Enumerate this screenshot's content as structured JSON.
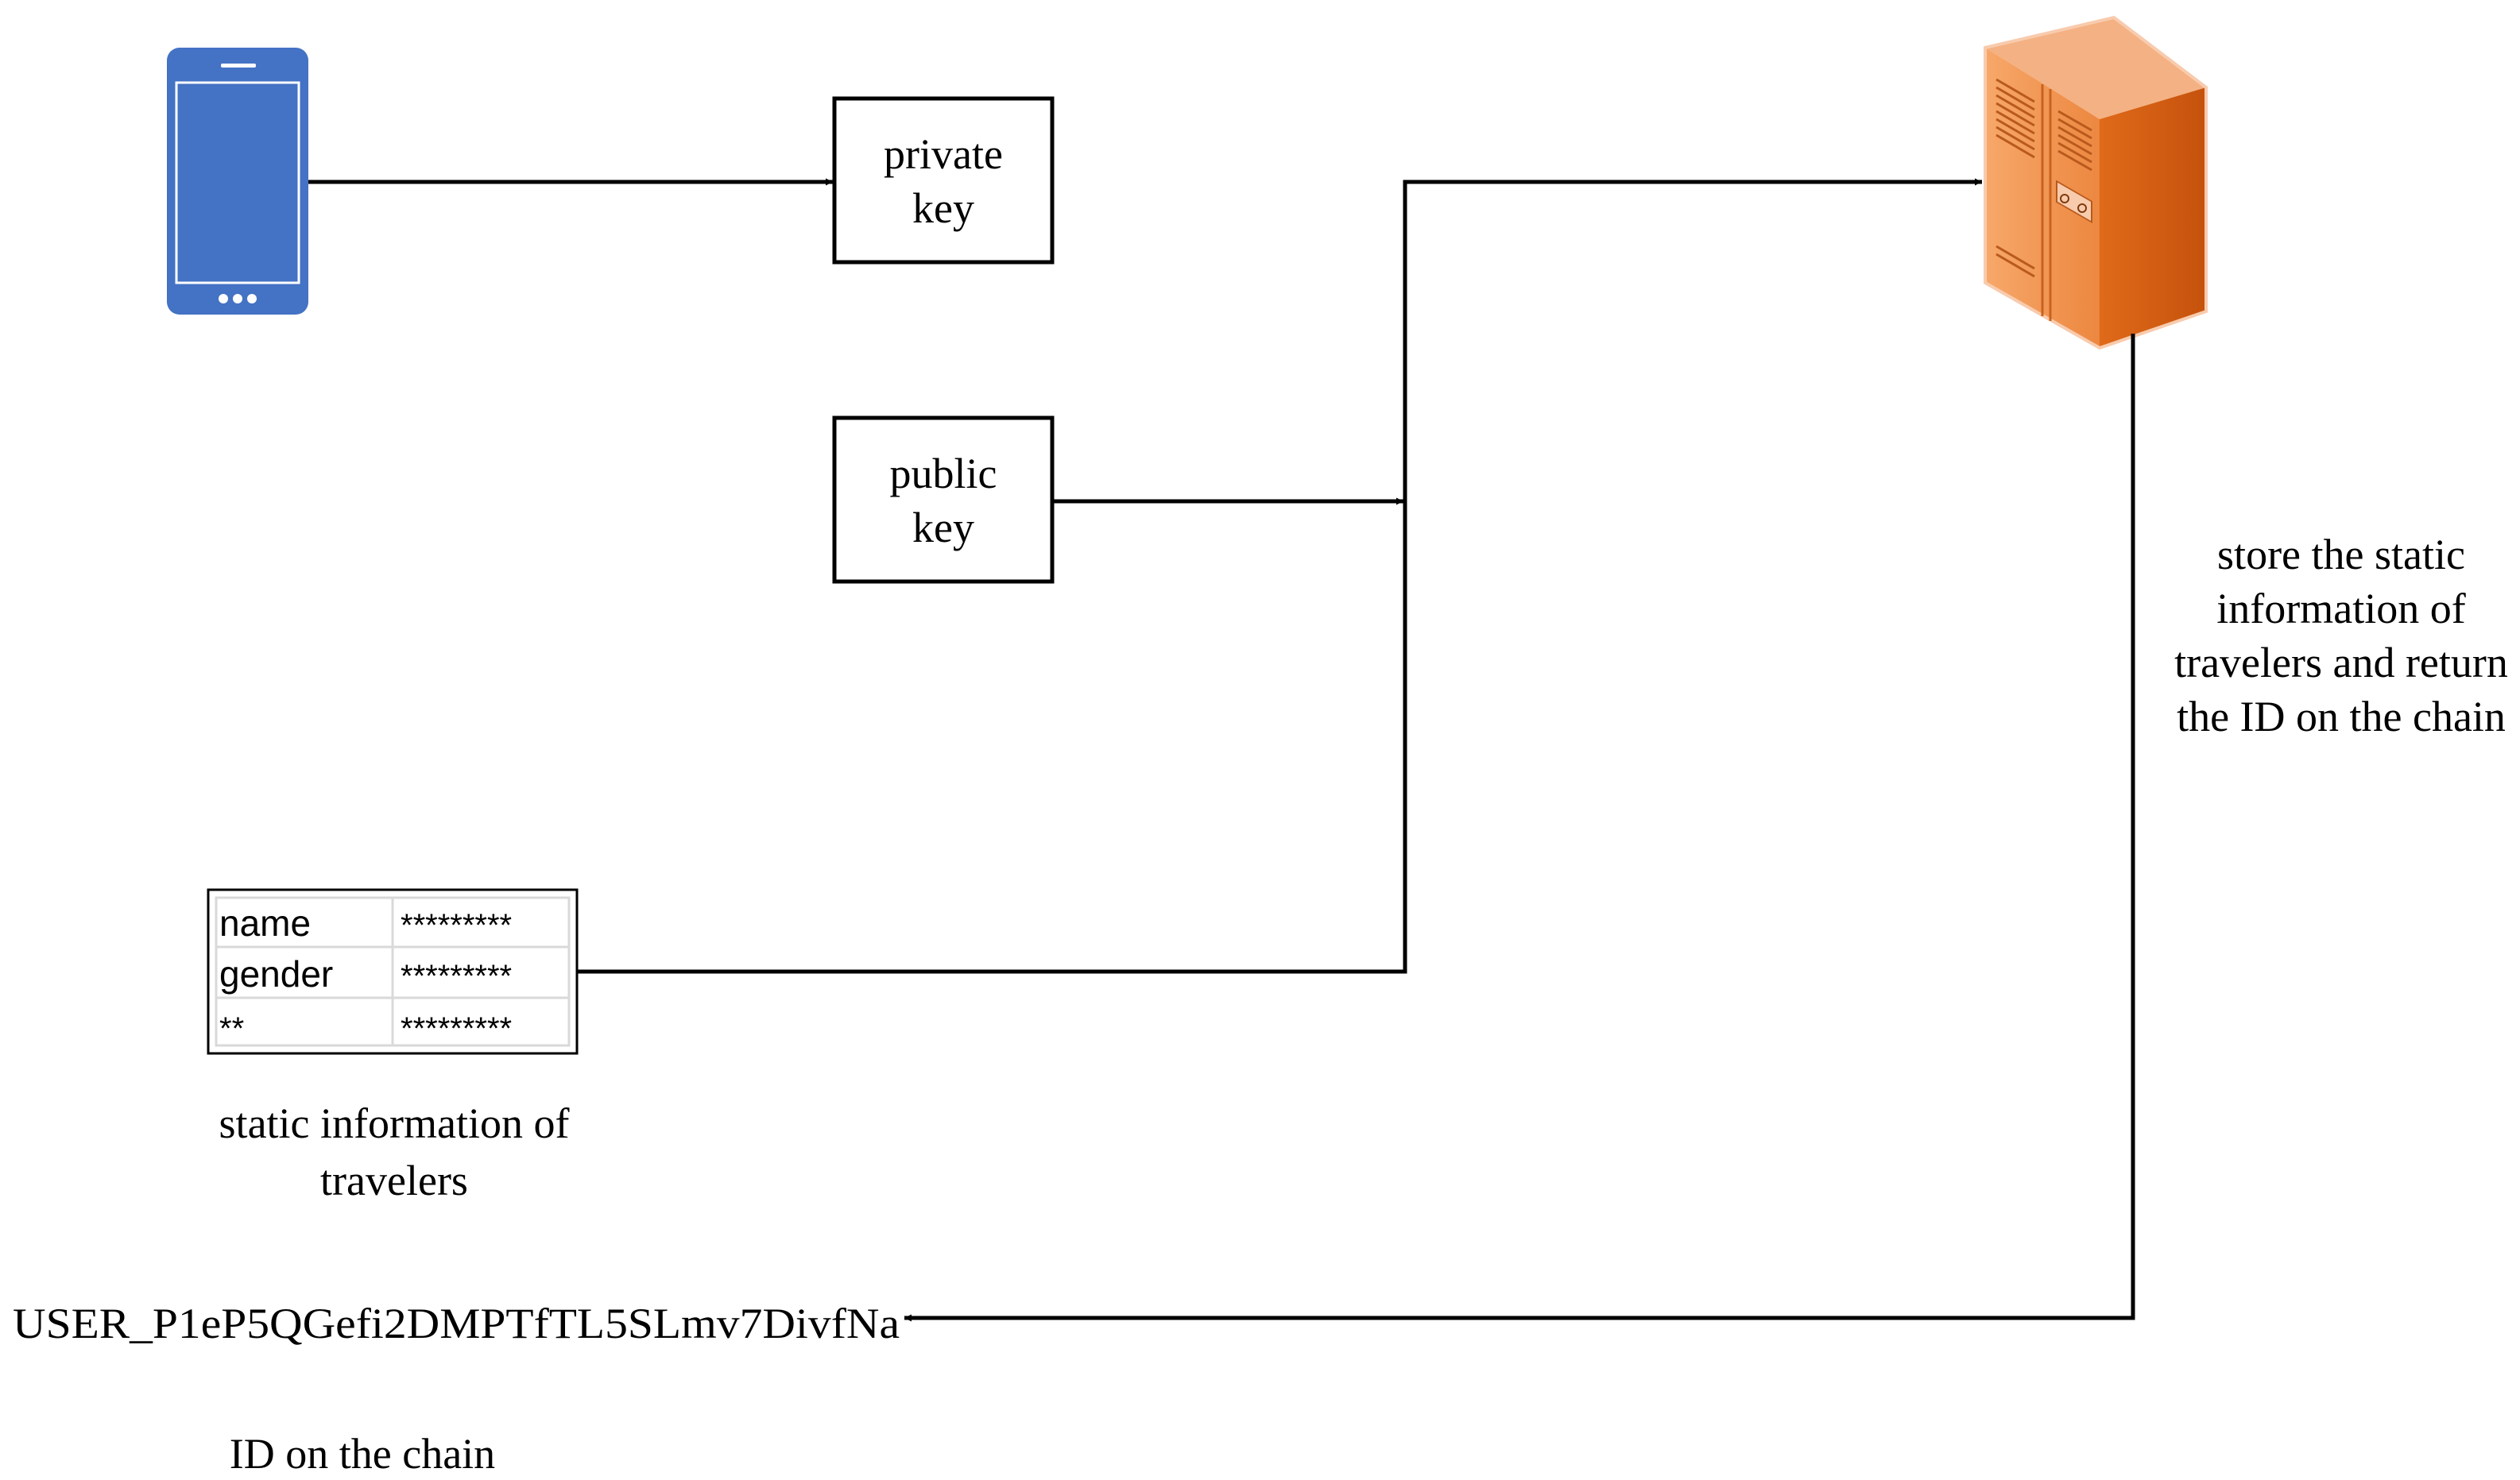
{
  "boxes": {
    "private_key": [
      "private",
      "key"
    ],
    "public_key": [
      "public",
      "key"
    ]
  },
  "table": {
    "rows": [
      {
        "field": "name",
        "value": "*********"
      },
      {
        "field": "gender",
        "value": "*********"
      },
      {
        "field": "**",
        "value": "*********"
      }
    ]
  },
  "captions": {
    "static_info": [
      "static information of",
      "travelers"
    ],
    "store": [
      "store the static",
      "information of",
      "travelers and return",
      "the ID on the chain"
    ],
    "chain_id_value": "USER_P1eP5QGefi2DMPTfTL5SLmv7DivfNa",
    "chain_id_label": "ID on the chain"
  },
  "icons": {
    "phone": "mobile-phone-icon",
    "server": "server-icon"
  },
  "colors": {
    "phone_blue": "#4472C4",
    "server_orange": "#ED7D31",
    "line": "#000000"
  }
}
